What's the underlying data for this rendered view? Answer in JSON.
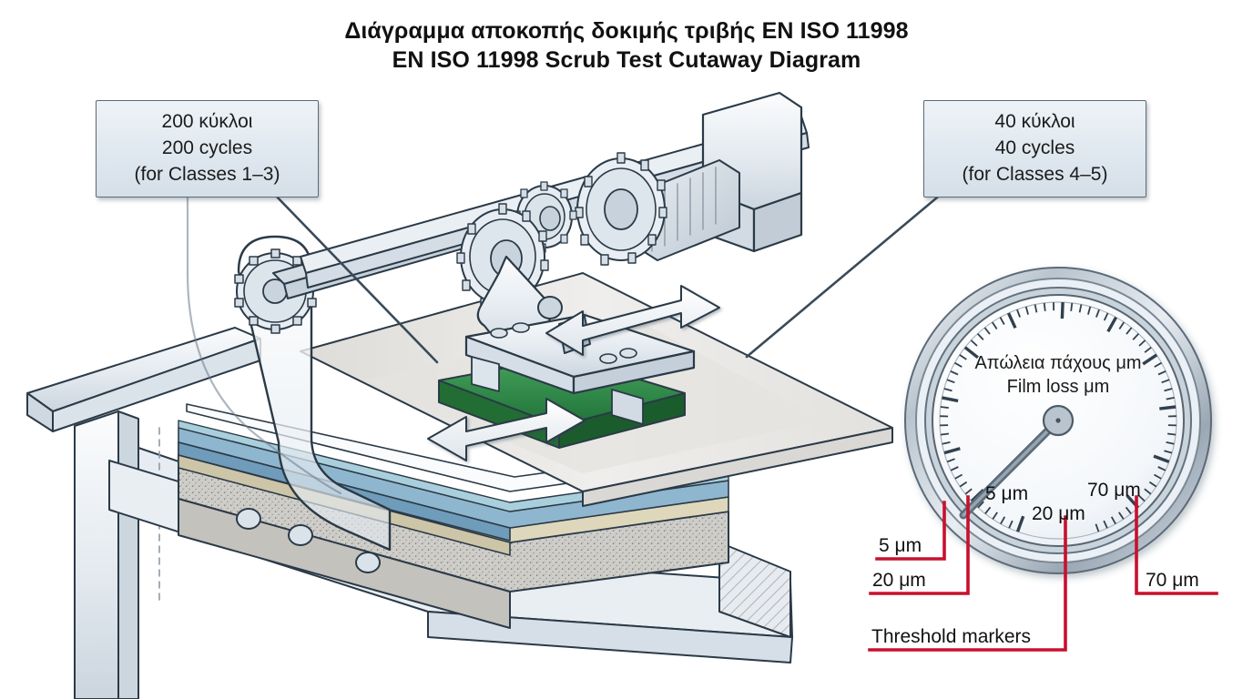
{
  "title": {
    "line_el": "Διάγραμμα αποκοπής δοκιμής τριβής EN ISO 11998",
    "line_en": "EN ISO 11998 Scrub Test Cutaway Diagram"
  },
  "callout_left": {
    "line1": "200 κύκλοι",
    "line2": "200 cycles",
    "line3": "(for Classes 1–3)"
  },
  "callout_right": {
    "line1": "40 κύκλοι",
    "line2": "40 cycles",
    "line3": "(for Classes 4–5)"
  },
  "gauge": {
    "label_el": "Απώλεια πάχους μm",
    "label_en": "Film loss μm",
    "dial_marks": [
      "5 μm",
      "20 μm",
      "70 μm"
    ],
    "needle_value": "5 μm"
  },
  "thresholds": {
    "title": "Threshold markers",
    "values": [
      "5 μm",
      "20 μm",
      "70 μm"
    ]
  },
  "colors": {
    "marker_red": "#c8102e",
    "callout_border": "#5b6b78",
    "pad_green": "#2e8b45",
    "metal_light": "#eef2f6",
    "metal_mid": "#c8d2dc",
    "outline": "#2b3a47",
    "layer_topcoat": "#f2f3f4",
    "layer_blue": "#8fb6cf",
    "layer_cream": "#ded7bb",
    "layer_substrate": "#cfcdc8"
  }
}
